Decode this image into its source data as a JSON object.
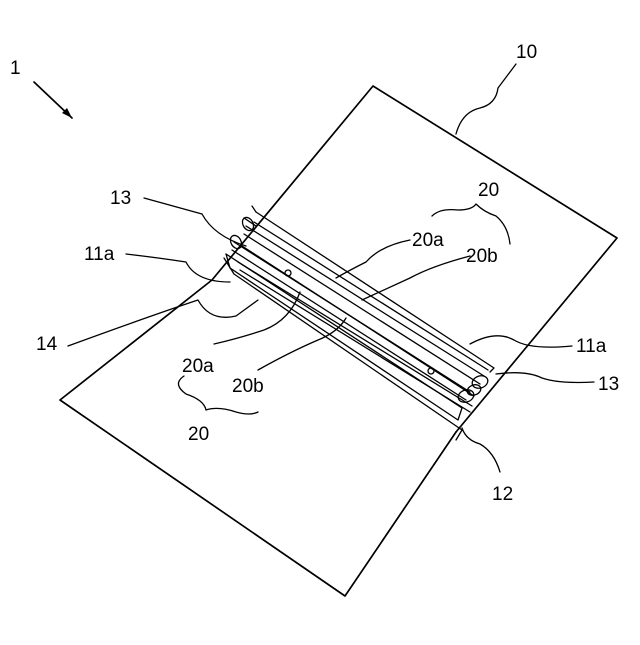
{
  "figure": {
    "labels": {
      "device": "1",
      "sheet": "10",
      "bracket_top": "20",
      "bracket_bottom": "20",
      "end_top": "13",
      "end_right": "13",
      "wall_left": "11a",
      "wall_right": "11a",
      "part_14": "14",
      "part_12": "12",
      "rod_a_top": "20a",
      "rod_b_top": "20b",
      "rod_a_bottom": "20a",
      "rod_b_bottom": "20b"
    }
  }
}
